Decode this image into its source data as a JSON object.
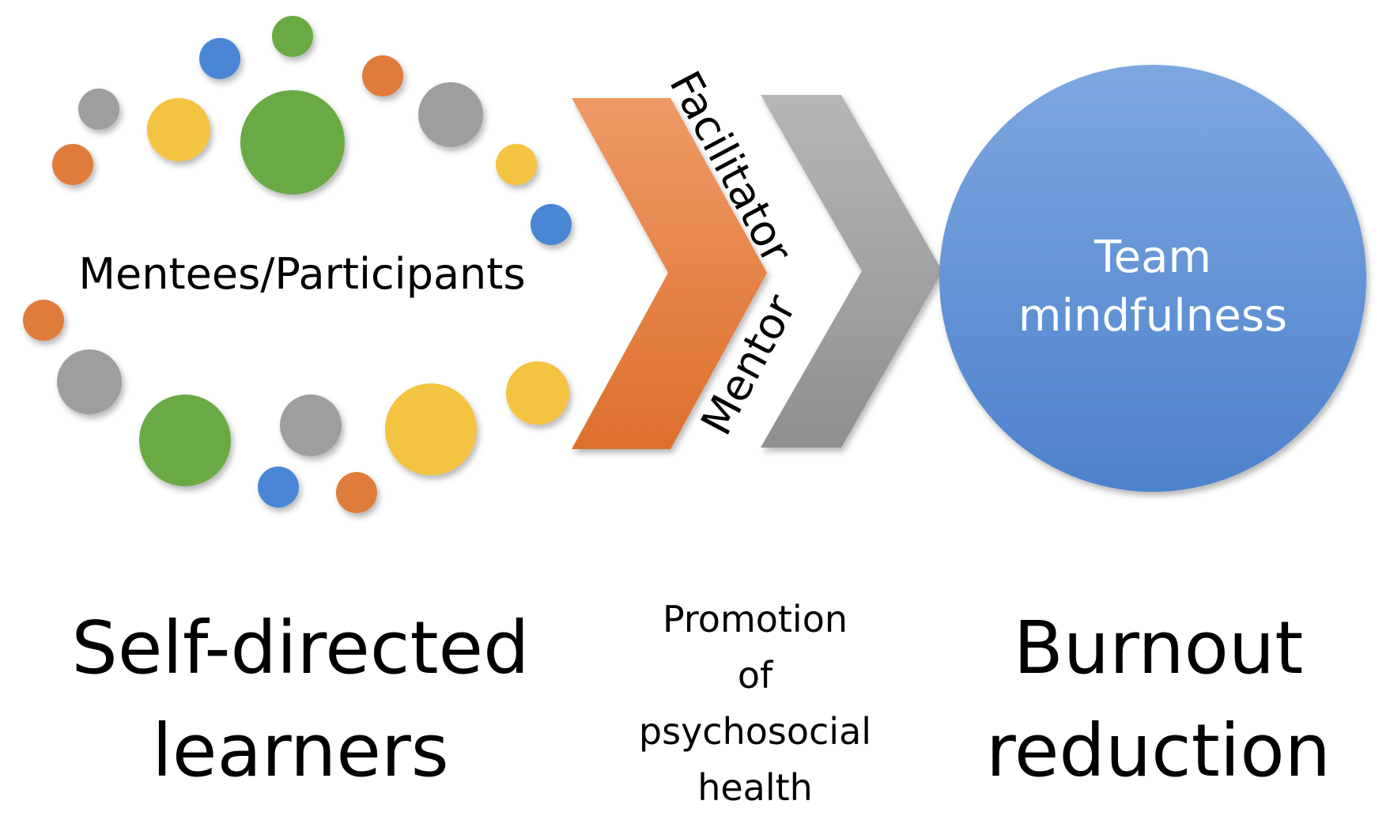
{
  "colors": {
    "orange": "#e07b3a",
    "gray": "#9e9e9e",
    "yellow": "#f5c342",
    "green": "#6aaa45",
    "blue": "#4a86d4",
    "circle_blue": "#5b8fd3"
  },
  "participants": {
    "label": "Mentees/Participants",
    "bubbles": [
      {
        "color": "green"
      },
      {
        "color": "blue"
      },
      {
        "color": "orange"
      },
      {
        "color": "gray"
      },
      {
        "color": "yellow"
      },
      {
        "color": "green"
      },
      {
        "color": "gray"
      },
      {
        "color": "orange"
      },
      {
        "color": "yellow"
      },
      {
        "color": "blue"
      },
      {
        "color": "orange"
      },
      {
        "color": "gray"
      },
      {
        "color": "yellow"
      },
      {
        "color": "green"
      },
      {
        "color": "gray"
      },
      {
        "color": "yellow"
      },
      {
        "color": "blue"
      },
      {
        "color": "orange"
      }
    ]
  },
  "chevrons": {
    "facilitator_label": "Facilitator",
    "mentor_label": "Mentor"
  },
  "outcome_circle": {
    "line1": "Team",
    "line2": "mindfulness"
  },
  "captions": {
    "left": {
      "line1": "Self-directed",
      "line2": "learners"
    },
    "middle": {
      "line1": "Promotion",
      "line2": "of",
      "line3": "psychosocial",
      "line4": "health"
    },
    "right": {
      "line1": "Burnout",
      "line2": "reduction"
    }
  }
}
